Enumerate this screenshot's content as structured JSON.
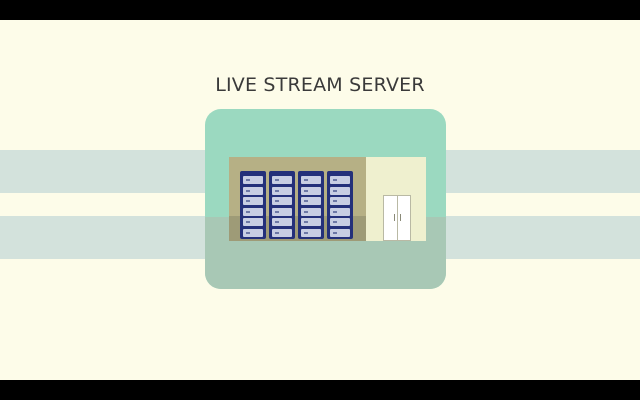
{
  "title": "LIVE STREAM SERVER",
  "colors": {
    "background": "#fdfce9",
    "band": "#d3e2dc",
    "card": "#9bd9c0",
    "rack": "#24307a",
    "server_room": "#b6b085",
    "office": "#eff0cf"
  },
  "illustration": {
    "server_racks": 4,
    "units_per_rack": 6
  }
}
